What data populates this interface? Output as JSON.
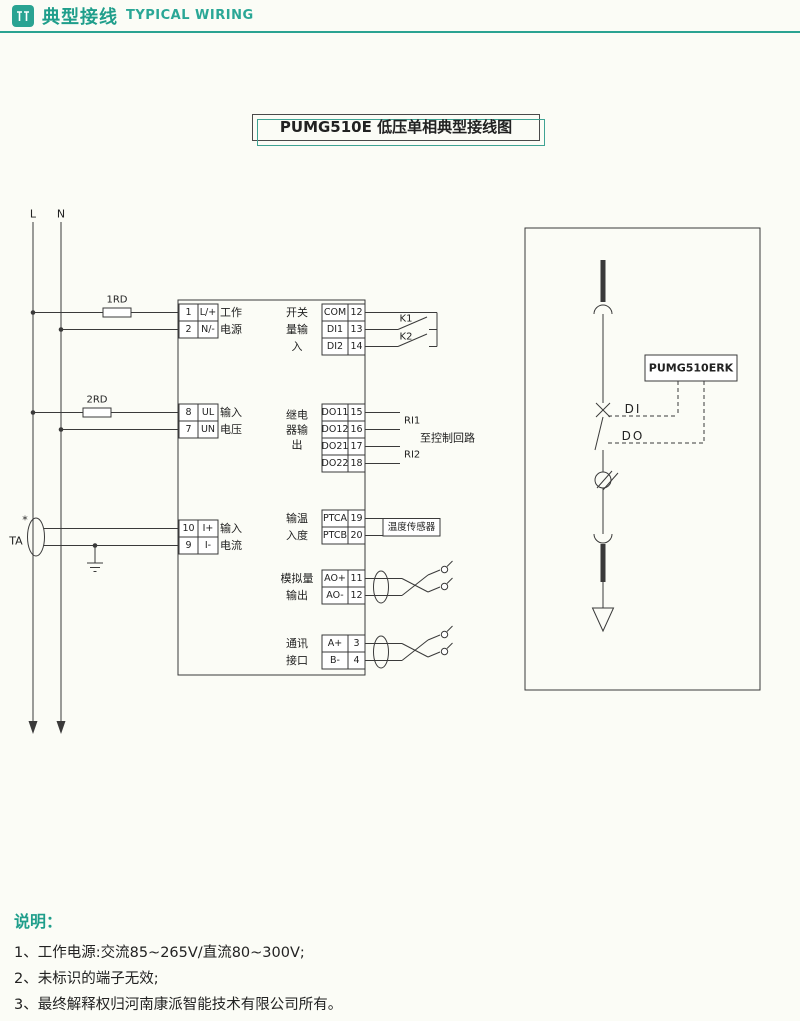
{
  "colors": {
    "accent": "#2aa392",
    "line": "#3a3a3a",
    "bg": "#fbfcf6"
  },
  "header": {
    "title_cn": "典型接线",
    "title_en": "TYPICAL WIRING"
  },
  "title_box": {
    "text": "PUMG510E 低压单相典型接线图"
  },
  "diagram": {
    "phase_l": "L",
    "phase_n": "N",
    "fuse1": "1RD",
    "fuse2": "2RD",
    "ct_label": "TA",
    "star": "*",
    "meter": {
      "left_groups": [
        {
          "label_lines": [
            "工作",
            "电源"
          ],
          "terminals": [
            {
              "num": "1",
              "name": "L/+"
            },
            {
              "num": "2",
              "name": "N/-"
            }
          ]
        },
        {
          "label_lines": [
            "输入",
            "电压"
          ],
          "terminals": [
            {
              "num": "8",
              "name": "UL"
            },
            {
              "num": "7",
              "name": "UN"
            }
          ]
        },
        {
          "label_lines": [
            "输入",
            "电流"
          ],
          "terminals": [
            {
              "num": "10",
              "name": "I+"
            },
            {
              "num": "9",
              "name": "I-"
            }
          ]
        }
      ],
      "right_groups": [
        {
          "label_lines": [
            "开关",
            "量输",
            "入"
          ],
          "terminals": [
            {
              "name": "COM",
              "num": "12"
            },
            {
              "name": "DI1",
              "num": "13"
            },
            {
              "name": "DI2",
              "num": "14"
            }
          ]
        },
        {
          "label_lines": [
            "继电",
            "器输",
            "出"
          ],
          "terminals": [
            {
              "name": "DO11",
              "num": "15"
            },
            {
              "name": "DO12",
              "num": "16"
            },
            {
              "name": "DO21",
              "num": "17"
            },
            {
              "name": "DO22",
              "num": "18"
            }
          ]
        },
        {
          "label_lines": [
            "输温",
            "入度"
          ],
          "terminals": [
            {
              "name": "PTCA",
              "num": "19"
            },
            {
              "name": "PTCB",
              "num": "20"
            }
          ]
        },
        {
          "label_lines": [
            "模拟量",
            "输出"
          ],
          "terminals": [
            {
              "name": "AO+",
              "num": "11"
            },
            {
              "name": "AO-",
              "num": "12"
            }
          ]
        },
        {
          "label_lines": [
            "通讯",
            "接口"
          ],
          "terminals": [
            {
              "name": "A+",
              "num": "3"
            },
            {
              "name": "B-",
              "num": "4"
            }
          ]
        }
      ]
    },
    "annotations": {
      "k1": "K1",
      "k2": "K2",
      "ri1": "RI1",
      "ri2": "RI2",
      "to_control": "至控制回路",
      "temp_sensor": "温度传感器"
    },
    "one_line": {
      "device": "PUMG510ERK",
      "di": "DI",
      "do": "DO"
    }
  },
  "notes": {
    "heading": "说明：",
    "items": [
      "1、工作电源:交流85~265V/直流80~300V;",
      "2、未标识的端子无效;",
      "3、最终解释权归河南康派智能技术有限公司所有。"
    ]
  }
}
